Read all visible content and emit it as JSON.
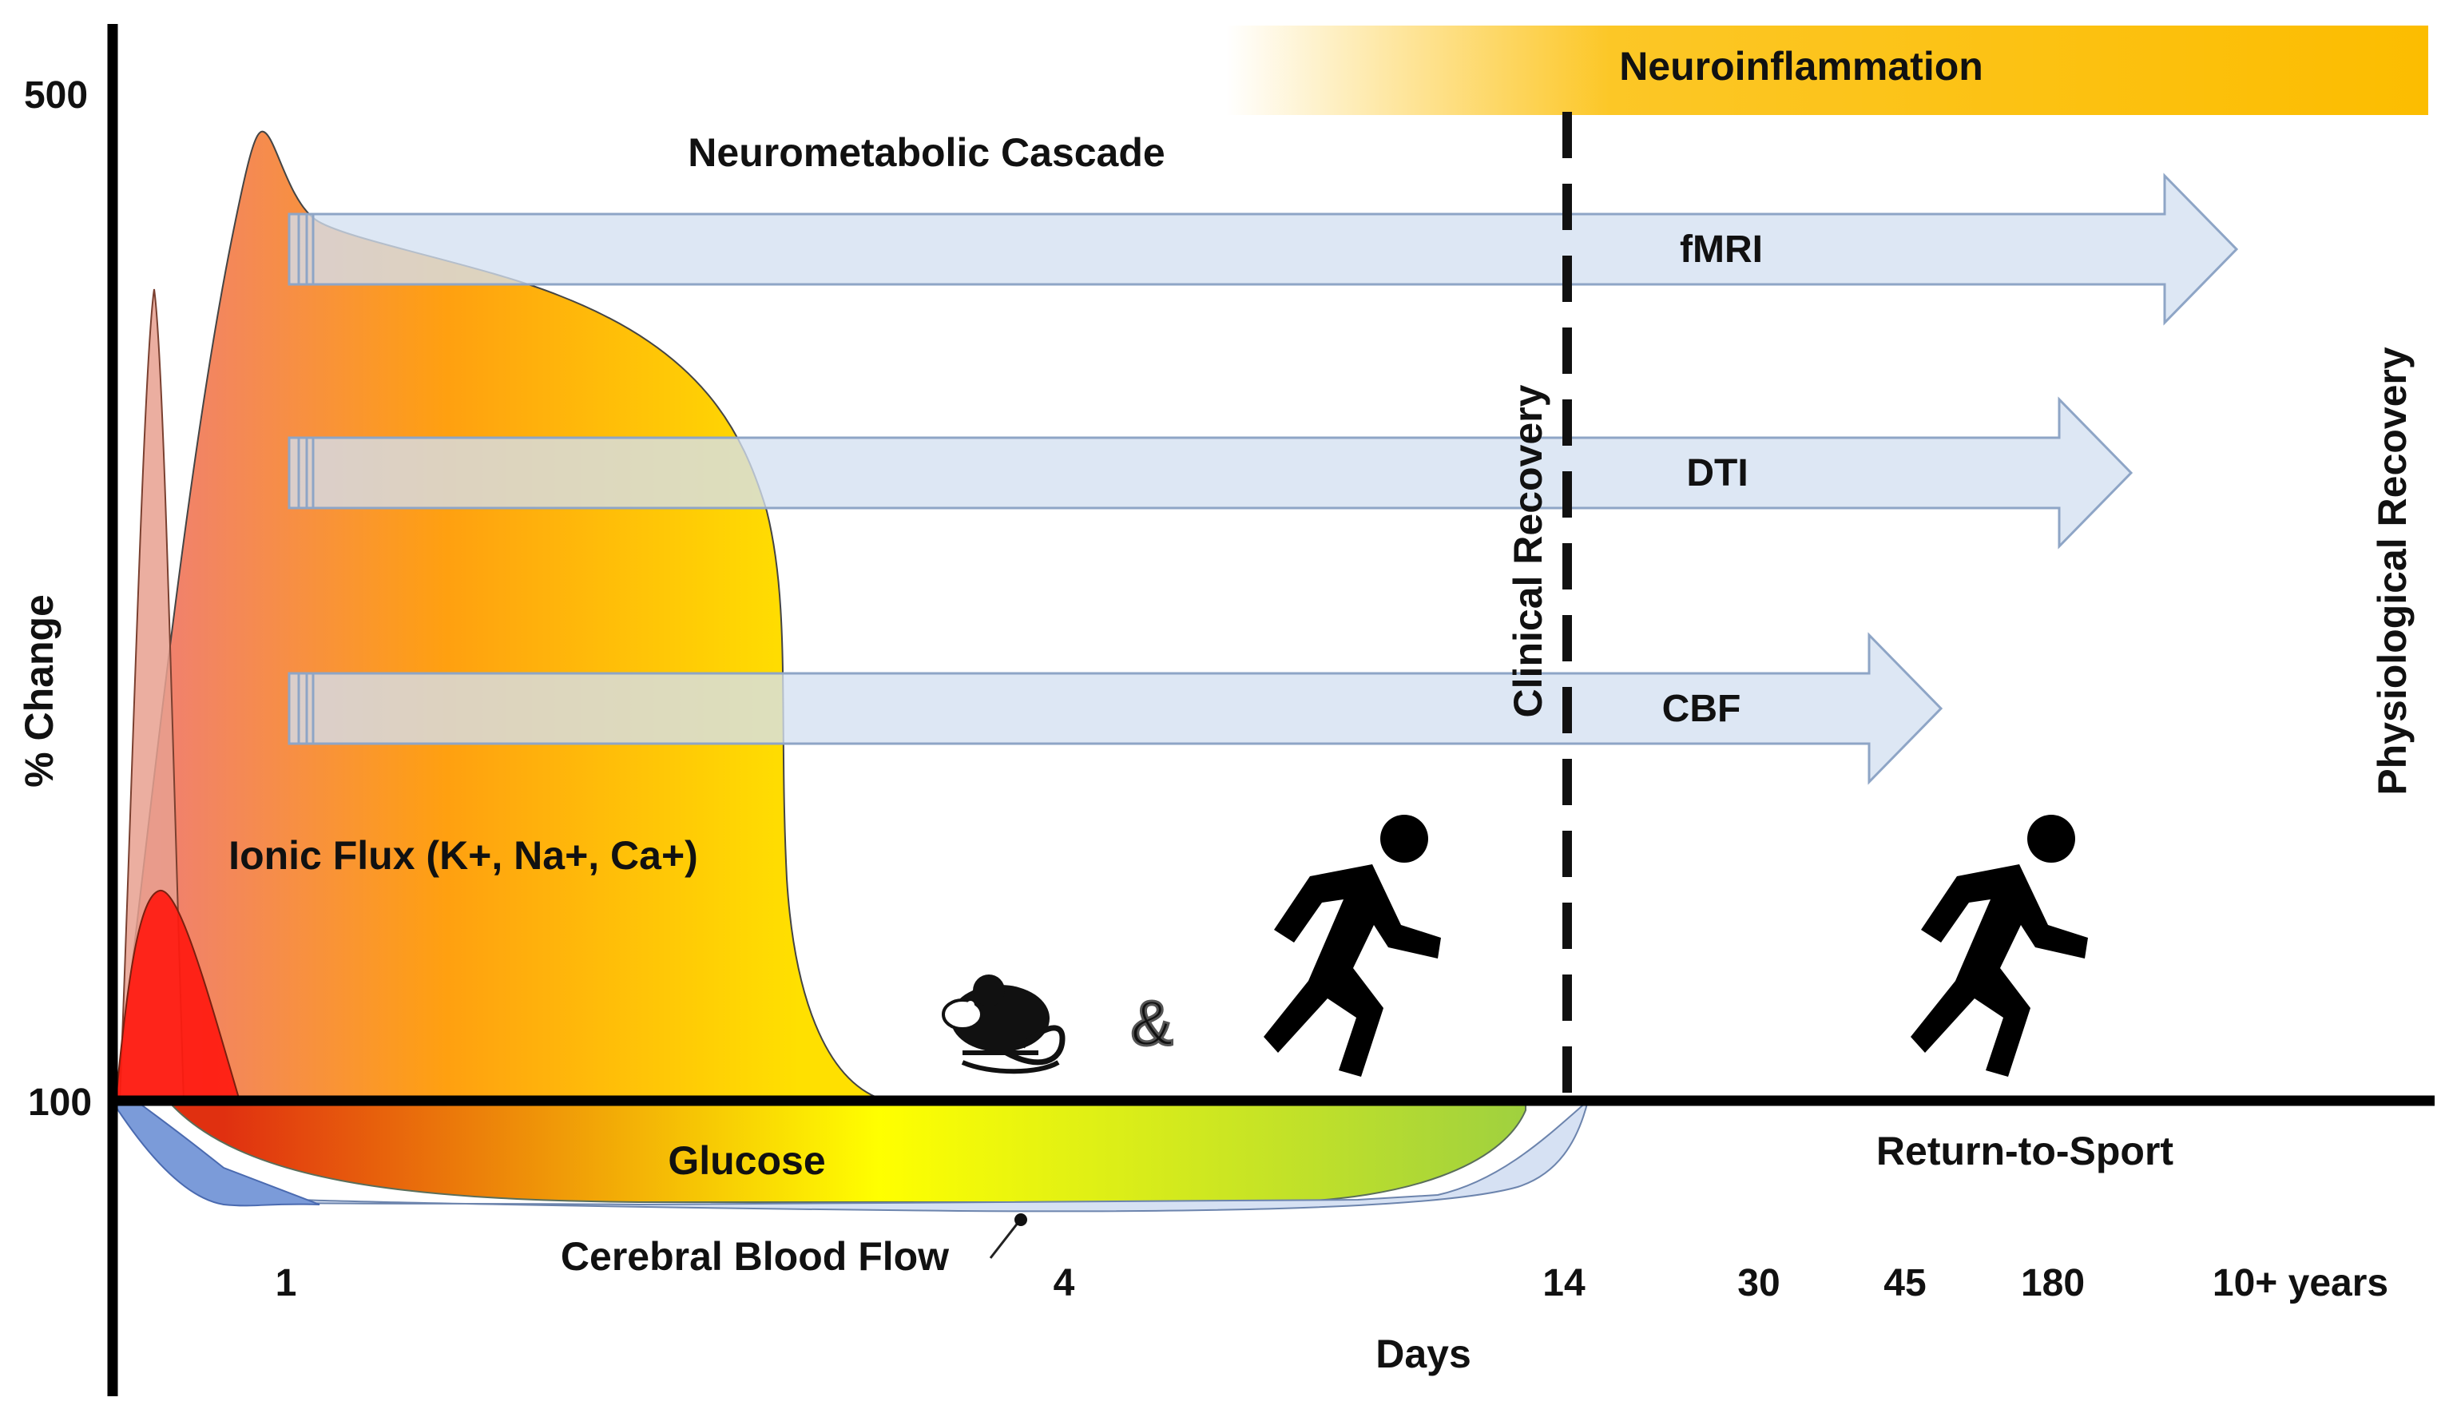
{
  "y_axis": {
    "title": "% Change",
    "ticks": [
      {
        "label": "500",
        "value": 500
      },
      {
        "label": "100",
        "value": 100
      }
    ]
  },
  "x_axis": {
    "title": "Days",
    "ticks": [
      "1",
      "4",
      "14",
      "30",
      "45",
      "180",
      "10+ years"
    ]
  },
  "banner": {
    "label": "Neuroinflammation",
    "color": "#fcbd00"
  },
  "curves": {
    "neurometabolic": "Neurometabolic Cascade",
    "ionic": "Ionic Flux (K+, Na+, Ca+)",
    "glucose": "Glucose",
    "cbf": "Cerebral Blood Flow"
  },
  "arrows": [
    {
      "label": "fMRI",
      "color": "#d3e0f1"
    },
    {
      "label": "DTI",
      "color": "#d3e0f1"
    },
    {
      "label": "CBF",
      "color": "#d3e0f1"
    }
  ],
  "milestones": {
    "clinical": "Clinical Recovery",
    "physiological": "Physiological Recovery",
    "return_to_sport": "Return-to-Sport"
  },
  "icons": {
    "rodent": "mouse-icon",
    "ampersand": "&",
    "runner": "running-person-icon"
  },
  "colors": {
    "cascade_start": "#f08070",
    "cascade_mid": "#ffa010",
    "cascade_end": "#ffe000",
    "ionic": "#ff1a10",
    "cbf": "#7b9bd9",
    "glucose_start": "#e03010",
    "glucose_mid": "#ffff00",
    "glucose_end": "#9ed040"
  }
}
